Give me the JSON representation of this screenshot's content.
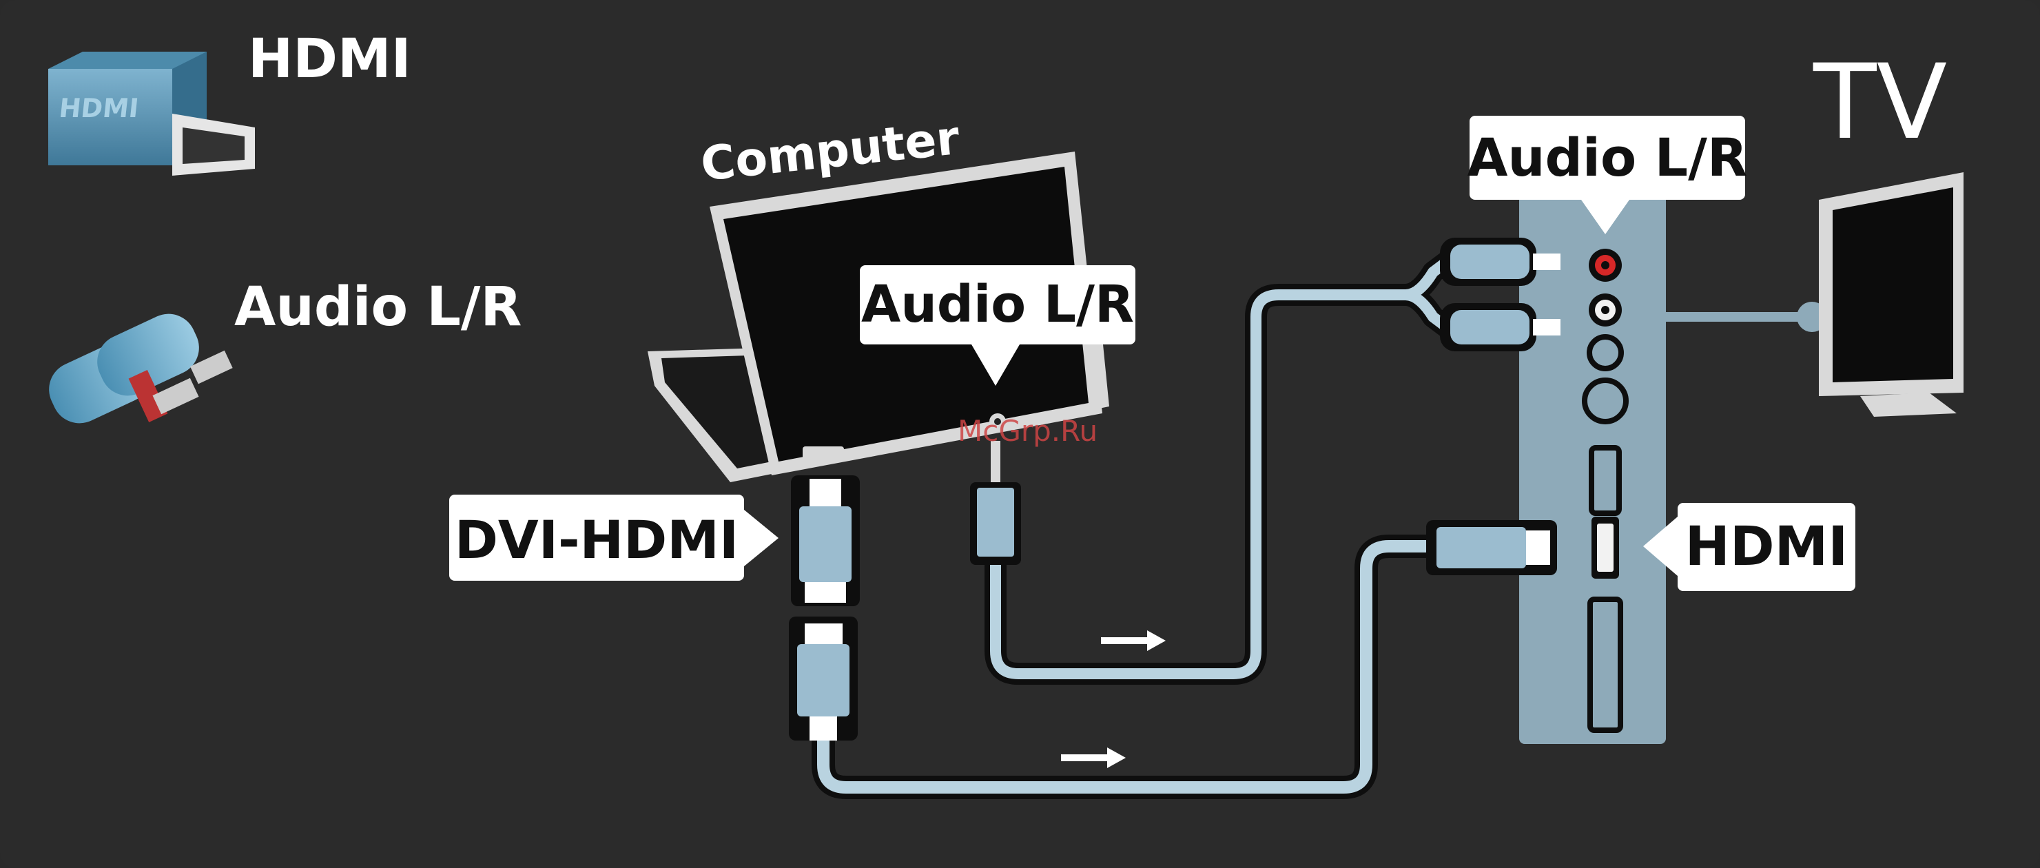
{
  "legend": {
    "hdmi_label": "HDMI",
    "audio_label": "Audio L/R"
  },
  "computer": {
    "label": "Computer",
    "audio_label": "Audio L/R",
    "dvi_label": "DVI-HDMI"
  },
  "tv": {
    "title": "TV",
    "audio_label": "Audio L/R",
    "hdmi_label": "HDMI"
  },
  "watermark": "McGrp.Ru"
}
